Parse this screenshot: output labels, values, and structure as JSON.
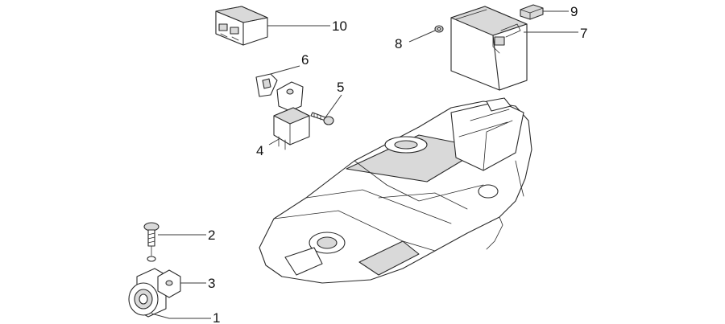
{
  "callouts": {
    "c1": "1",
    "c2": "2",
    "c3": "3",
    "c4": "4",
    "c5": "5",
    "c6": "6",
    "c7": "7",
    "c8": "8",
    "c9": "9",
    "c10": "10"
  },
  "colors": {
    "line": "#2a2a2a",
    "shade": "#d9d9d9",
    "background": "#ffffff"
  }
}
